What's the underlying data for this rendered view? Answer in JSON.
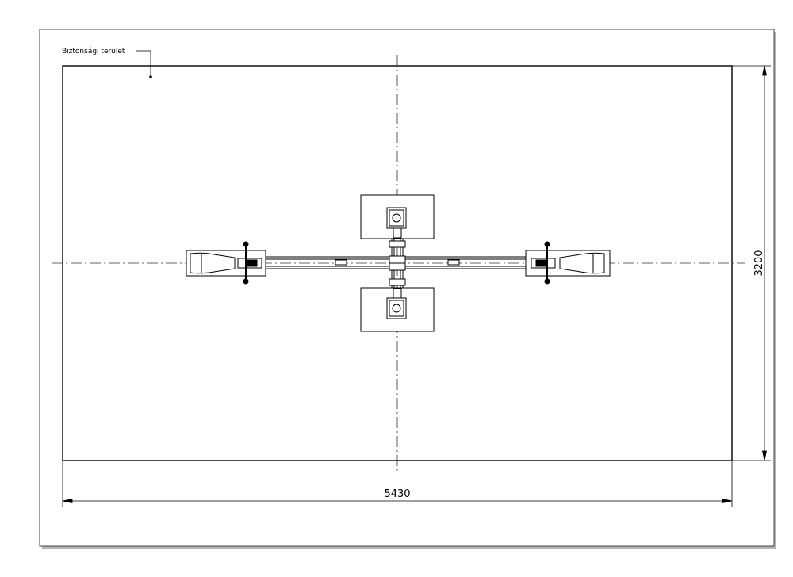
{
  "drawing": {
    "area_label": "Biztonsági terület",
    "width_dimension": "5430",
    "height_dimension": "3200"
  },
  "colors": {
    "background": "#ffffff",
    "sheet_shadow": "#b0b0b0",
    "line": "#000000",
    "centerline": "#333333"
  }
}
